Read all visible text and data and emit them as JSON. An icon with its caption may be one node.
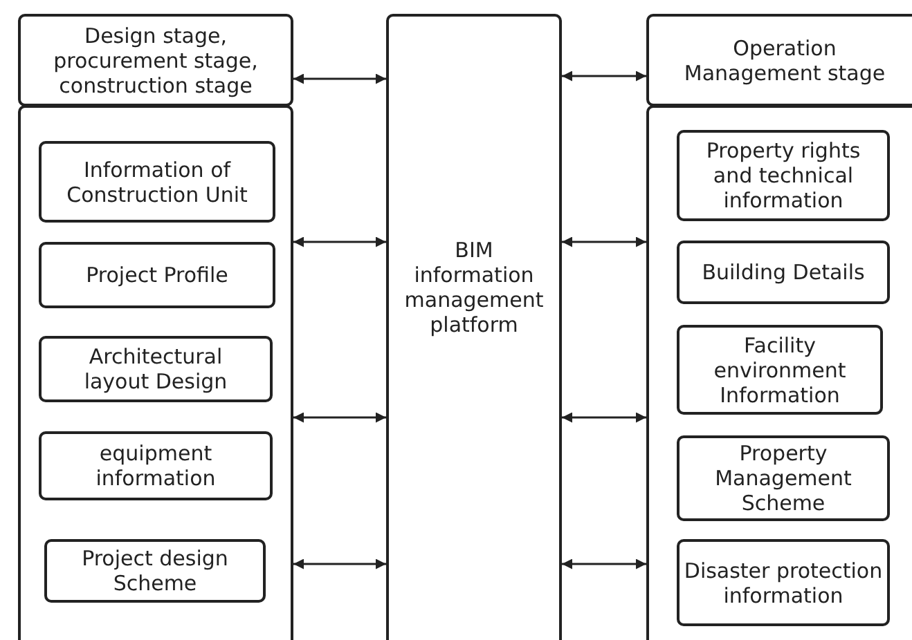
{
  "diagram": {
    "nodes": [
      {
        "text": [
          "Design stage, procurement stage, construction stage"
        ]
      },
      {
        "text": [],
        "shape": "box"
      },
      {
        "text": [
          "Information of Construction Unit"
        ],
        "in": 1
      },
      {
        "text": [
          "Project Profile"
        ],
        "in": 1
      },
      {
        "text": [
          "Architectural layout Design"
        ],
        "in": 1
      },
      {
        "text": [
          "equipment information"
        ],
        "in": 1
      },
      {
        "text": [
          "Project design Scheme"
        ],
        "in": 1
      },
      {
        "text": [
          "BIM information management platform"
        ]
      },
      {
        "text": [
          "Operation Management stage"
        ]
      },
      {
        "text": [],
        "shape": "box"
      },
      {
        "text": [
          "Property rights and technical information"
        ],
        "in": 9
      },
      {
        "text": [
          "Building Details"
        ],
        "in": 9
      },
      {
        "text": [
          "Facility environment Information"
        ],
        "in": 9
      },
      {
        "text": [
          "Property Management Scheme"
        ],
        "in": 9
      },
      {
        "text": [
          "Disaster protection information"
        ],
        "in": 9
      }
    ],
    "edges": [
      {
        "from": 0,
        "to": 7,
        "arrow": "both"
      },
      {
        "from": 1,
        "to": 7,
        "arrow": "both"
      },
      {
        "from": 1,
        "to": 7,
        "arrow": "both"
      },
      {
        "from": 1,
        "to": 7,
        "arrow": "both"
      },
      {
        "from": 7,
        "to": 8,
        "arrow": "both"
      },
      {
        "from": 7,
        "to": 9,
        "arrow": "both"
      },
      {
        "from": 7,
        "to": 9,
        "arrow": "both"
      },
      {
        "from": 7,
        "to": 9,
        "arrow": "both"
      }
    ]
  }
}
